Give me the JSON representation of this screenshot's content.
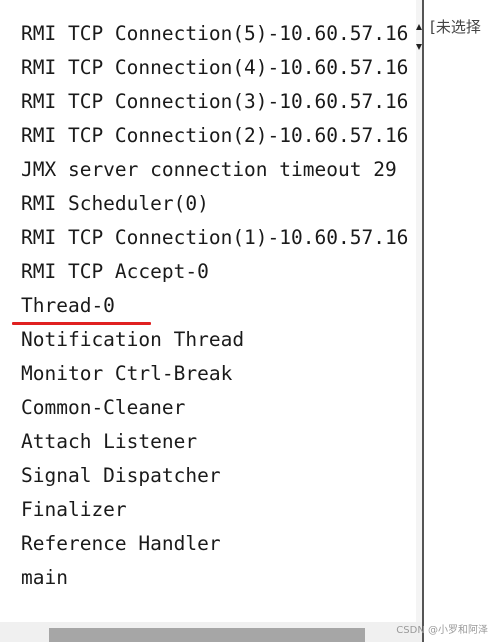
{
  "thread_list": {
    "items": [
      "RMI TCP Connection(5)-10.60.57.16",
      "RMI TCP Connection(4)-10.60.57.16",
      "RMI TCP Connection(3)-10.60.57.16",
      "RMI TCP Connection(2)-10.60.57.16",
      "JMX server connection timeout 29",
      "RMI Scheduler(0)",
      "RMI TCP Connection(1)-10.60.57.16",
      "RMI TCP Accept-0",
      "Thread-0",
      "Notification Thread",
      "Monitor Ctrl-Break",
      "Common-Cleaner",
      "Attach Listener",
      "Signal Dispatcher",
      "Finalizer",
      "Reference Handler",
      "main"
    ],
    "highlighted_item": "Thread-0",
    "highlight_color": "#e02020"
  },
  "right_pane": {
    "label": "[未选择"
  },
  "watermark": "CSDN @小罗和阿泽"
}
